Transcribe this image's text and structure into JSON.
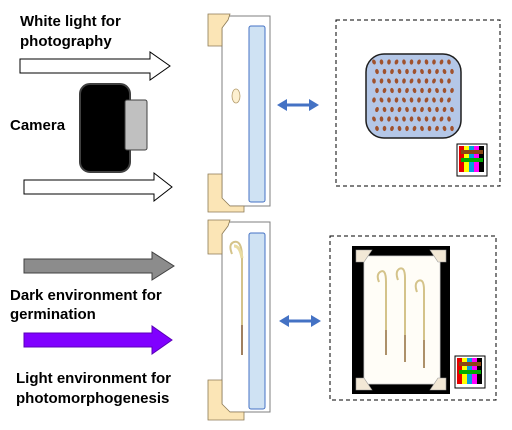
{
  "labels": {
    "white_light_line1": "White light for",
    "white_light_line2": "photography",
    "camera": "Camera",
    "dark_line1": "Dark environment for",
    "dark_line2": "germination",
    "light_line1": "Light environment for",
    "light_line2": "photomorphogenesis"
  },
  "colors": {
    "white_arrow_fill": "#ffffff",
    "dark_arrow_fill": "#8c8c8c",
    "light_arrow_fill": "#8000ff",
    "double_arrow": "#4472c4",
    "panel_fill": "#cfe2f3",
    "corner_fill": "#fbe5b6",
    "seed_color": "#a0522d",
    "dish_fill": "#b4c7e7",
    "black_frame": "#000000"
  },
  "icons": {
    "camera": "camera-icon",
    "color_checker": "color-checker-icon"
  }
}
